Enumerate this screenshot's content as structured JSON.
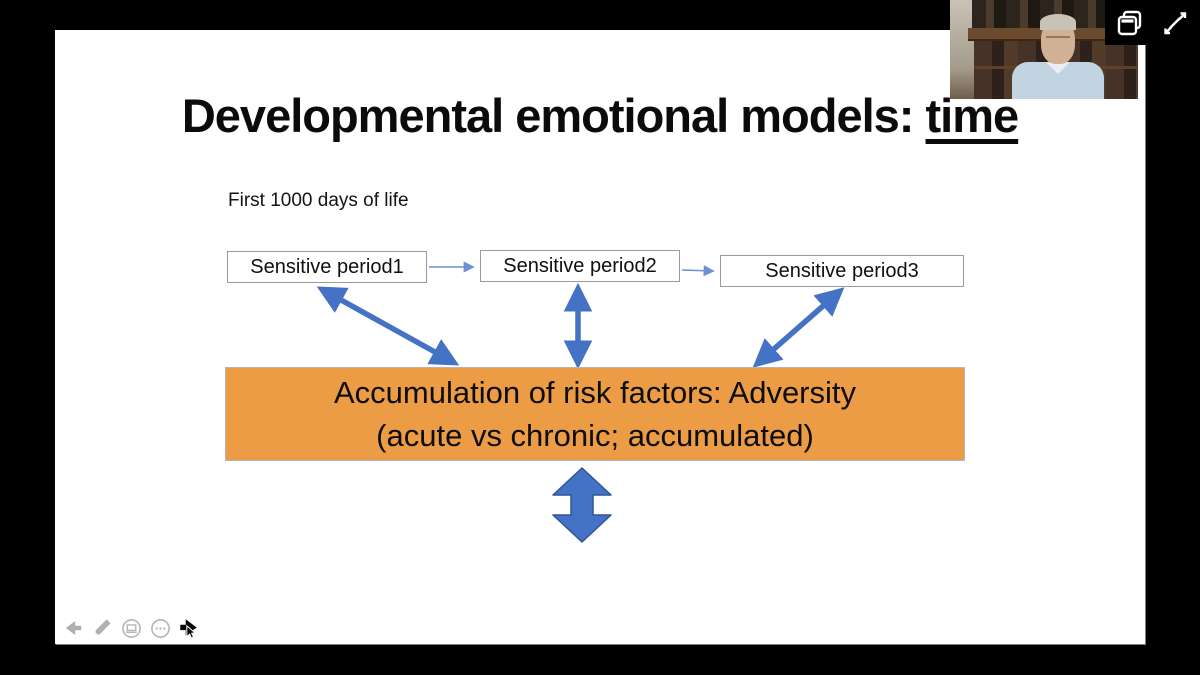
{
  "slide": {
    "title": {
      "prefix": "Developmental emotional models: ",
      "underlined": "time"
    },
    "caption": "First 1000 days of life",
    "period_boxes": [
      {
        "label": "Sensitive period1"
      },
      {
        "label": "Sensitive period2"
      },
      {
        "label": "Sensitive period3"
      }
    ],
    "adversity_box": {
      "line1": "Accumulation of risk factors: Adversity",
      "line2": "(acute vs chronic; accumulated)"
    },
    "colors": {
      "adversity_fill": "#EB9C45",
      "arrow_blue": "#4472C4",
      "connector_blue": "#6F8FD2",
      "slide_background": "#FFFFFF",
      "backdrop": "#000000"
    }
  },
  "presenter_toolbar": {
    "icons": [
      "previous-arrow",
      "pen",
      "slides-view",
      "more-options",
      "next-cursor"
    ]
  },
  "meeting_controls": {
    "icons": [
      "swap-view",
      "fullscreen-expand"
    ]
  }
}
